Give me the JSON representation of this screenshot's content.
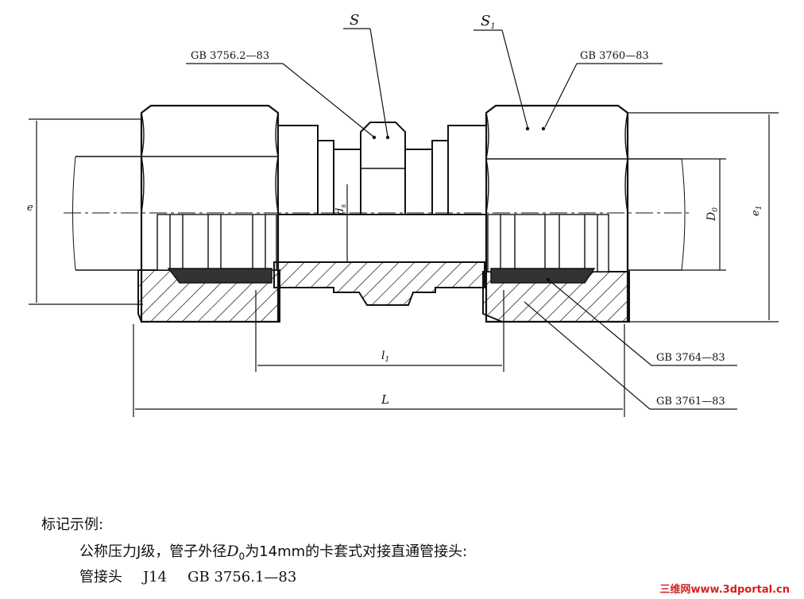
{
  "drawing": {
    "symbols": {
      "S": "S",
      "S1": "S",
      "S1_sub": "1",
      "e": "e",
      "e1": "e",
      "e1_sub": "1",
      "D0": "D",
      "D0_sub": "0",
      "ds": "d",
      "ds_sub": "s",
      "l1": "l",
      "l1_sub": "1",
      "L": "L"
    },
    "standards": {
      "body": "GB 3756.2—83",
      "nut": "GB 3760—83",
      "ferrule": "GB 3764—83",
      "nut_part": "GB 3761—83"
    }
  },
  "notes": {
    "title": "标记示例:",
    "desc_prefix": "公称压力J级，管子外径",
    "desc_sym": "D",
    "desc_sub": "0",
    "desc_suffix": "为14mm的卡套式对接直通管接头:",
    "code_name": "管接头",
    "code_grade": "J14",
    "code_std": "GB 3756.1—83"
  },
  "watermark": "三维网www.3dportal.cn"
}
